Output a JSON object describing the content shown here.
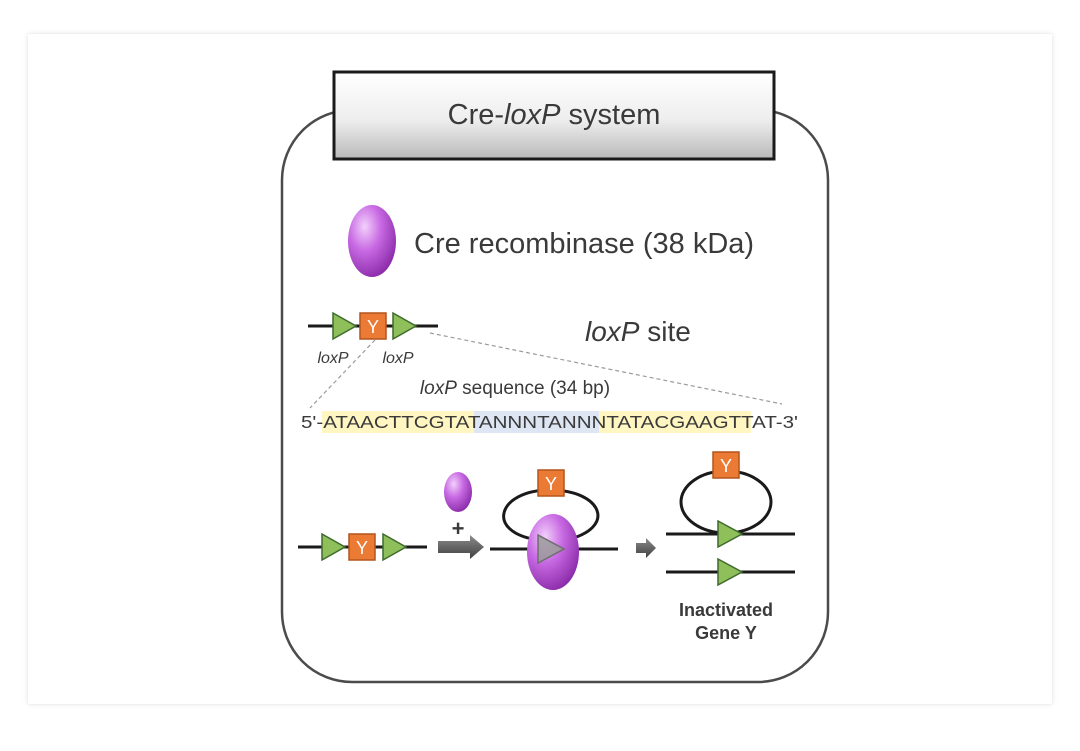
{
  "title": {
    "prefix": "Cre-",
    "italic": "loxP",
    "suffix": " system"
  },
  "cre_label": "Cre recombinase (38 kDa)",
  "loxp_site": {
    "italic": "loxP",
    "suffix": " site"
  },
  "loxp_left": "loxP",
  "loxp_right": "loxP",
  "gene_letter": "Y",
  "sequence_label": {
    "italic": "loxP",
    "suffix": " sequence (34 bp)"
  },
  "sequence": {
    "prime5": "5'-",
    "part1": "ATAACTTCGTATA",
    "part2": "NNNTANNN",
    "part3": "TATACGAAGTTAT",
    "prime3": "-3'"
  },
  "plus": "+",
  "result_line1": "Inactivated",
  "result_line2": "Gene Y",
  "colors": {
    "triangle": "#8fbf5a",
    "triangle_stroke": "#3f6b2c",
    "gene_box": "#ea7a34",
    "gene_box_stroke": "#b4541c",
    "cre": "#b84fd6",
    "highlight_yellow": "#fff6c2",
    "highlight_blue": "#dde6f2"
  }
}
